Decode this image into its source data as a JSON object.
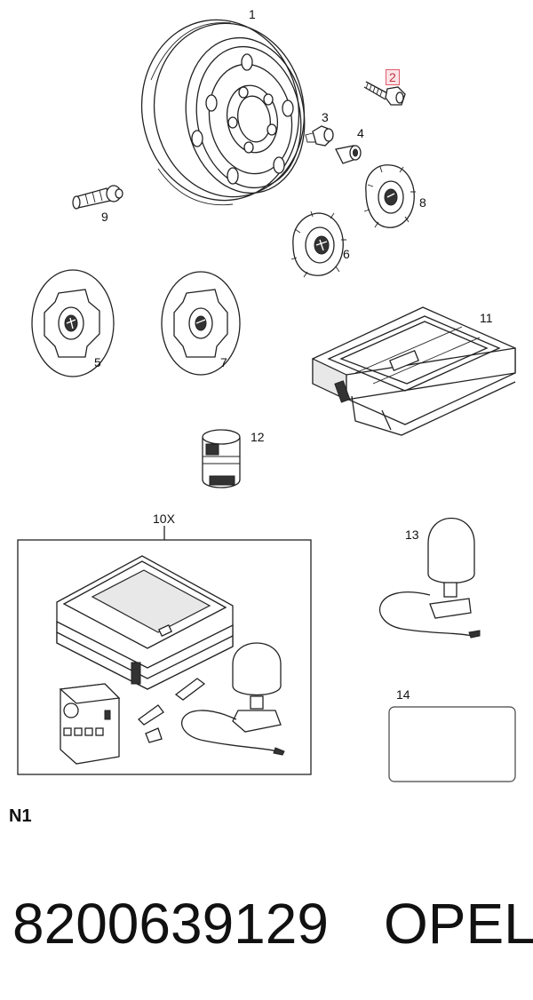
{
  "callouts": {
    "p1": "1",
    "p2": "2",
    "p3": "3",
    "p4": "4",
    "p5": "5",
    "p6": "6",
    "p7": "7",
    "p8": "8",
    "p9": "9",
    "p10": "10X",
    "p11": "11",
    "p12": "12",
    "p13": "13",
    "p14": "14"
  },
  "highlight_color": "#e05a6a",
  "section_code": "N1",
  "part_number": "8200639129",
  "brand": "OPEL"
}
